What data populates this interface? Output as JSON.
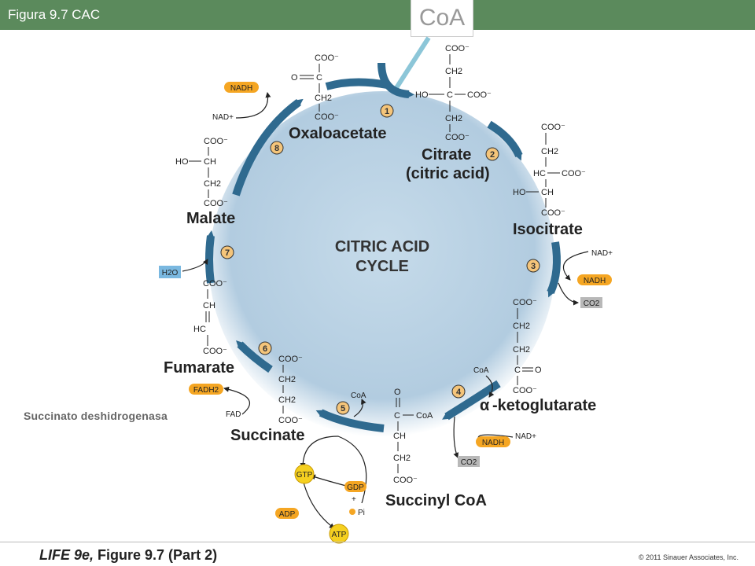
{
  "header": {
    "title": "Figura 9.7  CAC",
    "coa_label": "CoA"
  },
  "side_note": "Succinato deshidrogenasa",
  "center": {
    "line1": "CITRIC ACID",
    "line2": "CYCLE"
  },
  "compounds": {
    "oxaloacetate": "Oxaloacetate",
    "citrate": "Citrate",
    "citric_acid": "(citric acid)",
    "isocitrate": "Isocitrate",
    "ketoglutarate": "-ketoglutarate",
    "alpha": "α",
    "succinyl_coa": "Succinyl CoA",
    "succinate": "Succinate",
    "fumarate": "Fumarate",
    "malate": "Malate"
  },
  "steps": [
    "1",
    "2",
    "3",
    "4",
    "5",
    "6",
    "7",
    "8"
  ],
  "cofactors": {
    "nadh": "NADH",
    "nad_plus": "NAD+",
    "co2": "CO2",
    "coa": "CoA",
    "fadh2": "FADH2",
    "fad": "FAD",
    "h2o": "H2O",
    "gtp": "GTP",
    "gdp": "GDP",
    "adp": "ADP",
    "atp": "ATP",
    "pi": "Pi",
    "plus": "+"
  },
  "groups": {
    "coo": "COO⁻",
    "ch2": "CH2",
    "ch": "CH",
    "hc": "HC",
    "c": "C",
    "o": "O",
    "ho": "HO",
    "coa": "CoA"
  },
  "footer": {
    "left_italic": "LIFE 9e,",
    "left_rest": " Figure 9.7 (Part 2)",
    "right": "© 2011 Sinauer Associates, Inc."
  },
  "colors": {
    "header_green": "#5b8a5c",
    "arrow_blue": "#2f6a8f",
    "nadh_orange": "#f5a623",
    "co2_gray": "#b8b8b8",
    "h2o_blue": "#7ab8e0",
    "circle_blue": "#b5cfe3"
  }
}
